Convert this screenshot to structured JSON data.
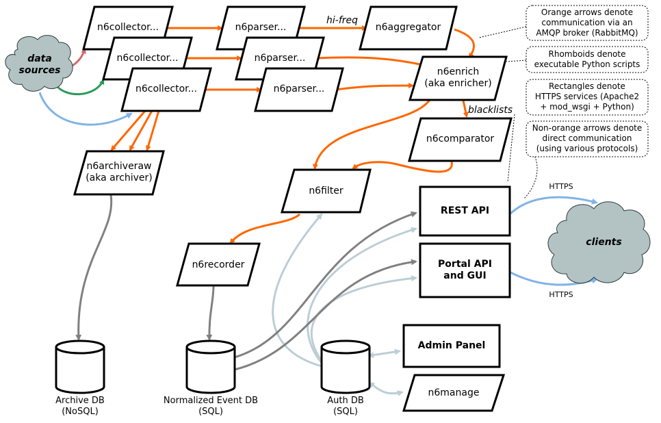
{
  "colors": {
    "orange": "#ff6600",
    "gray": "#808080",
    "lightgray": "#bccdd6",
    "blue": "#80b3e6",
    "red": "#d46a6a",
    "green": "#2a9a5a",
    "cloud": "#b3c3c3"
  },
  "nodes": {
    "data_sources": [
      "data",
      "sources"
    ],
    "collector1": "n6collector...",
    "collector2": "n6collector...",
    "collector3": "n6collector...",
    "parser1": "n6parser...",
    "parser2": "n6parser...",
    "parser3": "n6parser...",
    "aggregator": "n6aggregator",
    "enrich": [
      "n6enrich",
      "(aka enricher)"
    ],
    "comparator": "n6comparator",
    "archiveraw": [
      "n6archiveraw",
      "(aka archiver)"
    ],
    "filter": "n6filter",
    "recorder": "n6recorder",
    "rest_api": "REST API",
    "portal_api": [
      "Portal API",
      "and GUI"
    ],
    "admin_panel": "Admin Panel",
    "manage": "n6manage",
    "clients": "clients",
    "archive_db": [
      "Archive DB",
      "(NoSQL)"
    ],
    "event_db": [
      "Normalized Event DB",
      "(SQL)"
    ],
    "auth_db": [
      "Auth DB",
      "(SQL)"
    ]
  },
  "edge_labels": {
    "hi_freq": "hi-freq",
    "blacklists": "blacklists",
    "https_top": "HTTPS",
    "https_bottom": "HTTPS"
  },
  "legend": {
    "orange": [
      "Orange arrows denote",
      "communication via an",
      "AMQP broker (RabbitMQ)"
    ],
    "rhomboids": [
      "Rhomboids denote",
      "executable Python scripts"
    ],
    "rectangles": [
      "Rectangles denote",
      "HTTPS services (Apache2",
      "+ mod_wsgi + Python)"
    ],
    "non_orange": [
      "Non-orange arrows denote",
      "direct communication",
      "(using various protocols)"
    ]
  }
}
